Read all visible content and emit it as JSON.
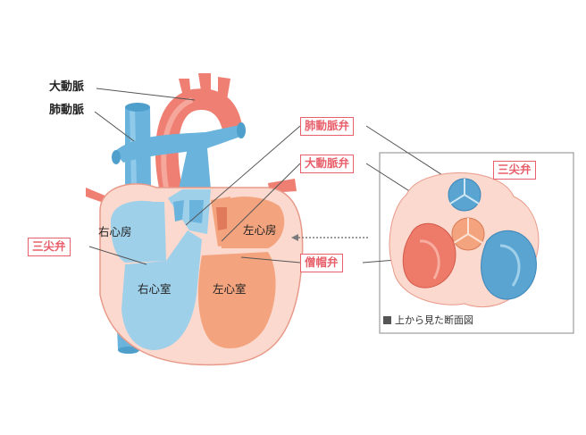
{
  "labels": {
    "aorta": "大動脈",
    "pulmonary_artery": "肺動脈",
    "pulmonary_valve": "肺動脈弁",
    "aortic_valve": "大動脈弁",
    "tricuspid_valve_left": "三尖弁",
    "tricuspid_valve_inset": "三尖弁",
    "mitral_valve": "僧帽弁",
    "right_atrium": "右心房",
    "left_atrium": "左心房",
    "right_ventricle": "右心室",
    "left_ventricle": "左心室"
  },
  "inset": {
    "caption": "上から見た断面図"
  },
  "colors": {
    "label_red": "#e8606b",
    "vessel_blue": "#6ab3dc",
    "vessel_red": "#ef7f73",
    "heart_wall": "#fbd9ce",
    "right_chamber": "#9fd0ea",
    "left_chamber": "#f3a47e",
    "leader_line": "#555555"
  }
}
